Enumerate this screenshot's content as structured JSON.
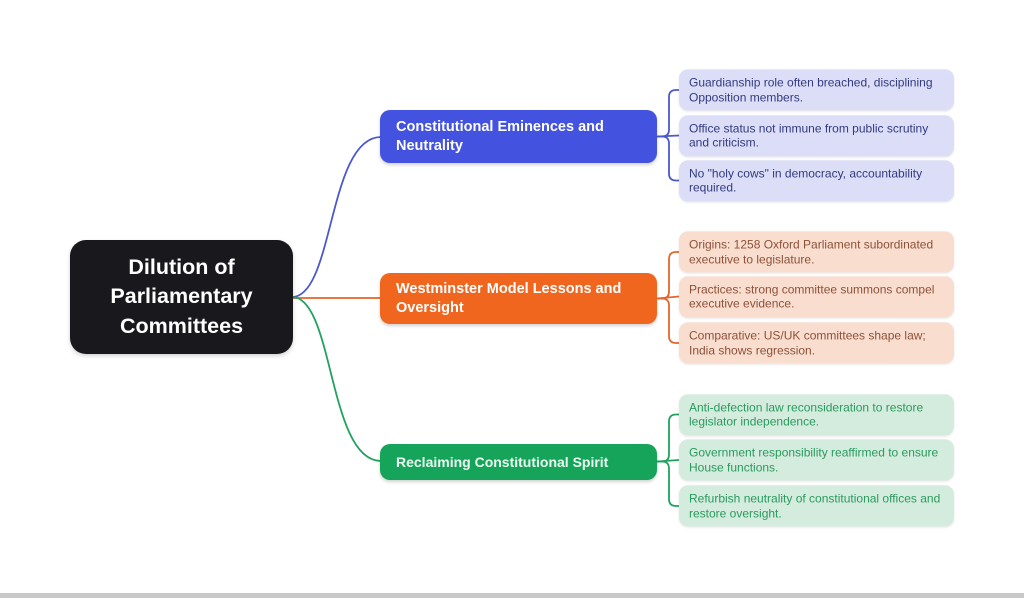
{
  "root": {
    "label": "Dilution of Parliamentary Committees",
    "bg_color": "#19191d",
    "text_color": "#ffffff"
  },
  "background_color": "#ffffff",
  "bottom_edge_color": "#c9c9c9",
  "branches": [
    {
      "label": "Constitutional Eminences and Neutrality",
      "node_color": "#4353df",
      "edge_color": "#4d58cc",
      "leaf_bg_color": "#dcdef7",
      "leaf_text_color": "#323a80",
      "leaves": [
        "Guardianship role often breached, disciplining Opposition members.",
        "Office status not immune from public scrutiny and criticism.",
        "No \"holy cows\" in democracy, accountability required."
      ]
    },
    {
      "label": "Westminster Model Lessons and Oversight",
      "node_color": "#f0661f",
      "edge_color": "#e4662c",
      "leaf_bg_color": "#f9ded0",
      "leaf_text_color": "#8d5138",
      "leaves": [
        "Origins: 1258 Oxford Parliament subordinated executive to legislature.",
        "Practices: strong committee summons compel executive evidence.",
        "Comparative: US/UK committees shape law; India shows regression."
      ]
    },
    {
      "label": "Reclaiming Constitutional Spirit",
      "node_color": "#16a45a",
      "edge_color": "#21a25f",
      "leaf_bg_color": "#d3ecdd",
      "leaf_text_color": "#2b9a5f",
      "leaves": [
        "Anti-defection law reconsideration to restore legislator independence.",
        "Government responsibility reaffirmed to ensure House functions.",
        "Refurbish neutrality of constitutional offices and restore oversight."
      ]
    }
  ]
}
